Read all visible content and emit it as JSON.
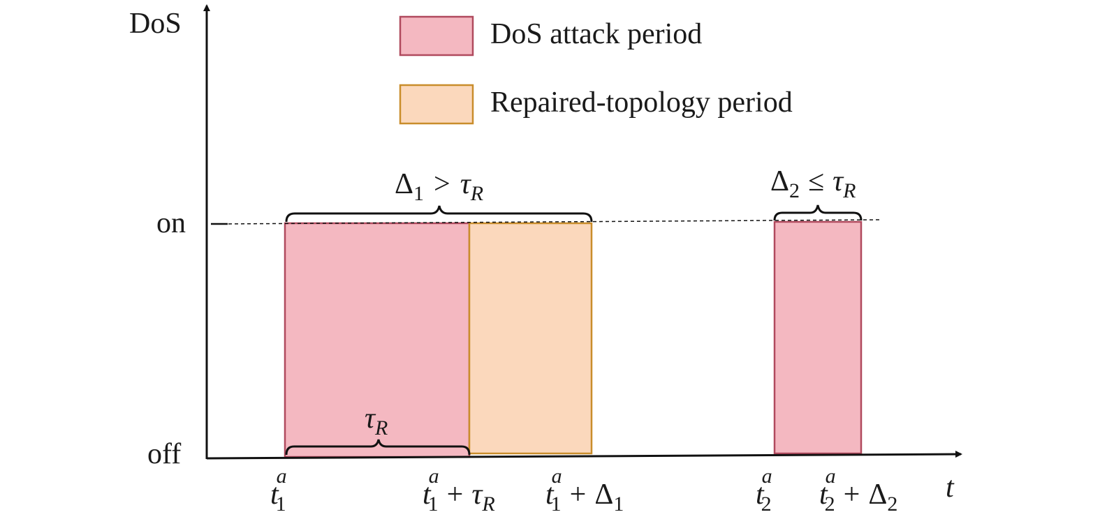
{
  "colors": {
    "attack_fill": "#f4b8c1",
    "attack_stroke": "#b04a5e",
    "repair_fill": "#fbd8bc",
    "repair_stroke": "#c98d2b",
    "axis": "#111111"
  },
  "axes": {
    "y_title": "DoS",
    "x_title": "t",
    "y_ticks": [
      "on",
      "off"
    ]
  },
  "legend": {
    "items": [
      {
        "key": "attack",
        "label": "DoS attack period"
      },
      {
        "key": "repair",
        "label": "Repaired-topology period"
      }
    ]
  },
  "periods": [
    {
      "kind": "attack",
      "from": "t1a",
      "to": "t1a+tauR",
      "level": "on"
    },
    {
      "kind": "repair",
      "from": "t1a+tauR",
      "to": "t1a+Delta1",
      "level": "on"
    },
    {
      "kind": "attack",
      "from": "t2a",
      "to": "t2a+Delta2",
      "level": "on"
    }
  ],
  "math": {
    "t": "t",
    "a": "a",
    "one": "1",
    "two": "2",
    "plus": "+",
    "tau": "τ",
    "R": "R",
    "Delta": "Δ",
    "gt": ">",
    "le": "≤"
  }
}
